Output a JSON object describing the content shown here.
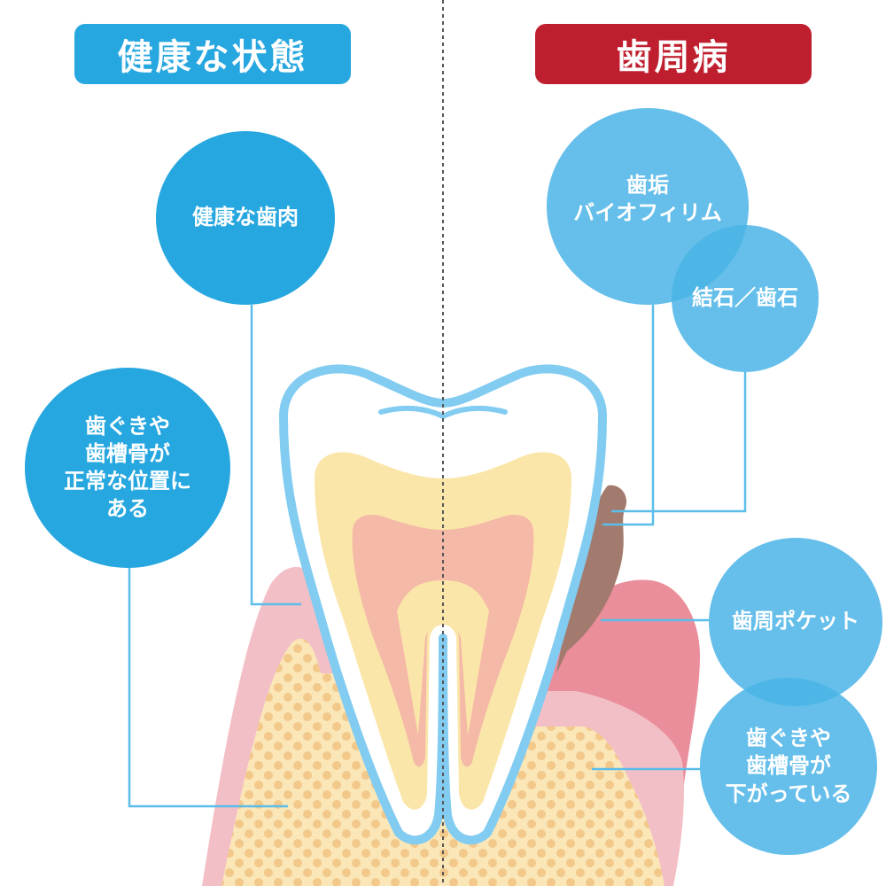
{
  "colors": {
    "healthy_header": "#27a7df",
    "disease_header": "#bf1e2e",
    "bubble_dark": "#27a7df",
    "bubble_light": "#5bbde9",
    "enamel_outline": "#82ccf1",
    "dentin": "#fbe6a9",
    "pulp": "#f4b9a7",
    "gum": "#f3bfc6",
    "gum_inflamed": "#ea8e9b",
    "bone": "#fbe6b8",
    "bone_dots": "#f2c98a",
    "calculus": "#a37b6e",
    "leader_line": "#5bbde9",
    "divider": "#555555"
  },
  "labels": {
    "healthy_title": "健康な状態",
    "disease_title": "歯周病",
    "healthy_gum": "健康な歯肉",
    "healthy_bone": "歯ぐきや\n歯槽骨が\n正常な位置に\nある",
    "biofilm": "歯垢\nバイオフィリム",
    "calculus": "結石／歯石",
    "pocket": "歯周ポケット",
    "recession": "歯ぐきや\n歯槽骨が\n下がっている"
  }
}
